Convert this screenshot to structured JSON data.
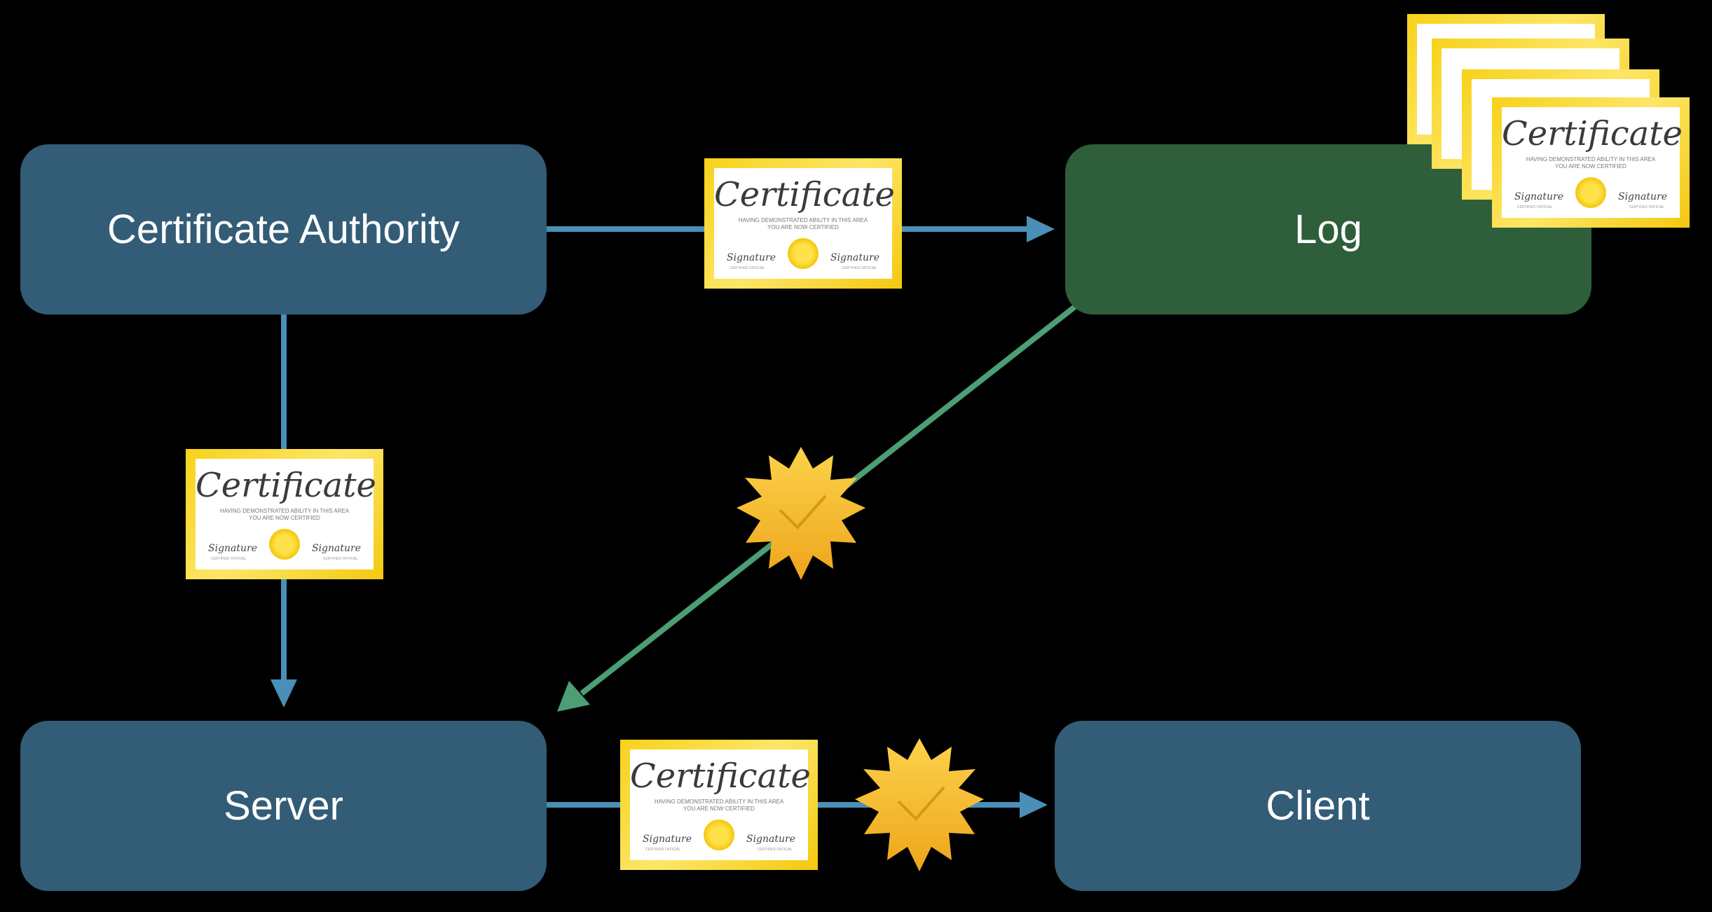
{
  "nodes": {
    "certificate_authority": "Certificate Authority",
    "log": "Log",
    "server": "Server",
    "client": "Client"
  },
  "certificate": {
    "title": "Certificate",
    "body_line1": "HAVING DEMONSTRATED ABILITY IN THIS AREA",
    "body_line2": "YOU ARE NOW CERTIFIED",
    "signature": "Signature",
    "signature_caption": "CERTIFIED OFFICIAL"
  },
  "colors": {
    "node_blue": "#335c76",
    "node_green": "#2e5f3a",
    "arrow_blue": "#4a8fb8",
    "arrow_green": "#4c9e74",
    "certificate_gold": "#f7d21a",
    "seal_gold": "#f5b62a"
  },
  "icons": [
    "certificate-icon",
    "seal-check-icon",
    "certificate-stack-icon"
  ]
}
